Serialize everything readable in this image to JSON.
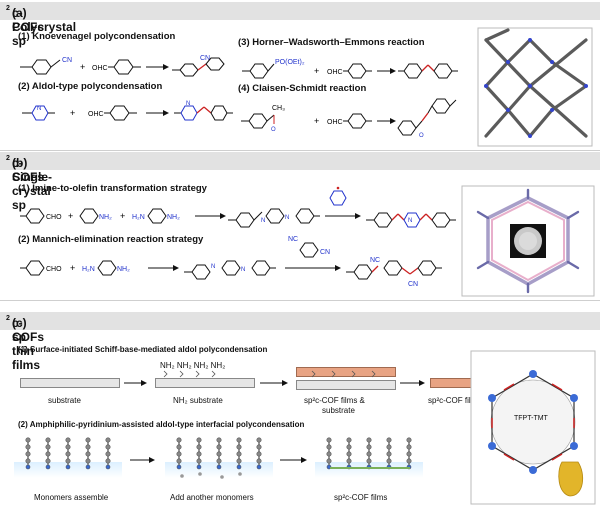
{
  "panel_a": {
    "title_pre": "(a) Polycrystal sp",
    "title_sup": "2",
    "title_post": "c-COFs",
    "reactions": [
      {
        "label": "(1) Knoevenagel polycondensation",
        "reagent1": "CN",
        "reagent2": "OHC",
        "product": "CN"
      },
      {
        "label": "(2) Aldol-type polycondensation",
        "reagent1": "N",
        "reagent2": "OHC",
        "product": "N"
      },
      {
        "label": "(3) Horner–Wadsworth–Emmons reaction",
        "reagent1": "PO(OEt)₂",
        "reagent2": "OHC"
      },
      {
        "label": "(4) Claisen-Schmidt reaction",
        "reagent1": "CH₃",
        "reagent2": "OHC"
      }
    ]
  },
  "panel_b": {
    "title_pre": "(b) Single-crystal sp",
    "title_sup": "2",
    "title_post": "c-COFs",
    "strategies": [
      {
        "label": "(1) Imine-to-olefin transformation strategy",
        "reagent1": "CHO",
        "reagent2": "NH₂",
        "reagent3": "H₂N",
        "reagent3b": "NH₂"
      },
      {
        "label": "(2) Mannich-elimination reaction strategy",
        "reagent1": "CHO",
        "reagent2": "H₂N",
        "reagent2b": "NH₂",
        "arrow_reagent": "NC",
        "arrow_reagent2": "CN",
        "product": "NC",
        "product2": "CN"
      }
    ]
  },
  "panel_c": {
    "title_pre": "(c) sp",
    "title_sup": "2",
    "title_post": "c-COFs thin films",
    "method1": "(1) Surface-initiated Schiff-base-mediated aldol  polycondensation",
    "method2": "(2) Amphiphilic-pyridinium-assisted aldol-type interfacial polycondensation",
    "nh2_groups": "NH₂ NH₂ NH₂ NH₂",
    "steps1": [
      "substrate",
      "NH₂ substrate",
      "sp²c-COF films &",
      "substrate",
      "sp²c-COF films"
    ],
    "steps2": [
      "Monomers assemble",
      "Add another monomers",
      "sp²c-COF films"
    ],
    "framework_label": "TFPT-TMT"
  },
  "colors": {
    "header_bg": "#e2e2e2",
    "accent_blue": "#2233cc",
    "accent_red": "#cc2222",
    "film_orange": "#e8a383",
    "substrate_gray": "#e6e6e6"
  },
  "icons": [
    "arrow-icon",
    "benzene-ring-icon",
    "crystal-structure-icon",
    "monomer-array-icon",
    "film-photo-icon"
  ]
}
